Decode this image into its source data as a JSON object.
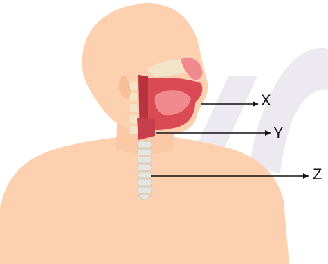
{
  "labels": {
    "x": "X",
    "y": "Y",
    "z": "Z"
  },
  "colors": {
    "skin": "#fdd0b0",
    "skin_shadow": "#f7bf98",
    "tissue": "#d94a55",
    "tissue_dark": "#b8323f",
    "tissue_light": "#f08a8e",
    "bone": "#f2e4c8",
    "trachea": "#e6e6e0",
    "watermark": "#e9e6ee",
    "pointer": "#111111"
  }
}
